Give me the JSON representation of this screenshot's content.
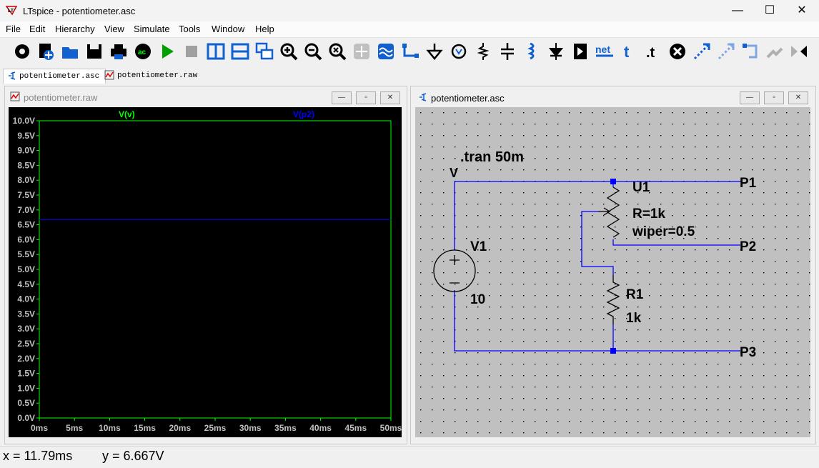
{
  "window": {
    "title": "LTspice - potentiometer.asc",
    "minimize": "—",
    "maximize": "☐",
    "close": "✕"
  },
  "menu": [
    "File",
    "Edit",
    "Hierarchy",
    "View",
    "Simulate",
    "Tools",
    "Window",
    "Help"
  ],
  "toolbar": [
    "settings",
    "new-schematic",
    "open",
    "save",
    "print",
    "ac-analysis",
    "run",
    "halt",
    "tile-vertical",
    "tile-horizontal",
    "cascade",
    "zoom-in",
    "zoom-out",
    "zoom-fit",
    "pan",
    "autorange",
    "wire",
    "ground",
    "voltage",
    "resistor",
    "capacitor",
    "inductor",
    "diode",
    "component",
    "net-label",
    "text",
    "spice-directive",
    "delete",
    "move",
    "drag",
    "undo",
    "redo",
    "rotate",
    "mirror"
  ],
  "toolbar_labels": {
    "net": "net",
    "text": "t",
    "directive": ".t"
  },
  "tabs": [
    {
      "label": "potentiometer.asc"
    },
    {
      "label": "potentiometer.raw"
    }
  ],
  "plot_window": {
    "title": "potentiometer.raw",
    "chart_data": {
      "type": "line",
      "xlabel": "",
      "ylabel": "",
      "x_ticks": [
        "0ms",
        "5ms",
        "10ms",
        "15ms",
        "20ms",
        "25ms",
        "30ms",
        "35ms",
        "40ms",
        "45ms",
        "50ms"
      ],
      "y_ticks": [
        "0.0V",
        "0.5V",
        "1.0V",
        "1.5V",
        "2.0V",
        "2.5V",
        "3.0V",
        "3.5V",
        "4.0V",
        "4.5V",
        "5.0V",
        "5.5V",
        "6.0V",
        "6.5V",
        "7.0V",
        "7.5V",
        "8.0V",
        "8.5V",
        "9.0V",
        "9.5V",
        "10.0V"
      ],
      "xlim": [
        0,
        50
      ],
      "ylim": [
        0,
        10
      ],
      "series": [
        {
          "name": "V(v)",
          "color": "#00ff00",
          "x": [
            0,
            50
          ],
          "y": [
            10,
            10
          ]
        },
        {
          "name": "V(p2)",
          "color": "#0000ff",
          "x": [
            0,
            50
          ],
          "y": [
            6.667,
            6.667
          ]
        }
      ]
    }
  },
  "schematic_window": {
    "title": "potentiometer.asc",
    "directive": ".tran 50m",
    "labels": {
      "v_node": "V",
      "u1": "U1",
      "u1_r": "R=1k",
      "u1_wiper": "wiper=0.5",
      "v1": "V1",
      "v1_value": "10",
      "r1": "R1",
      "r1_value": "1k",
      "p1": "P1",
      "p2": "P2",
      "p3": "P3"
    }
  },
  "status": {
    "x": "x = 11.79ms",
    "y": "y = 6.667V"
  }
}
